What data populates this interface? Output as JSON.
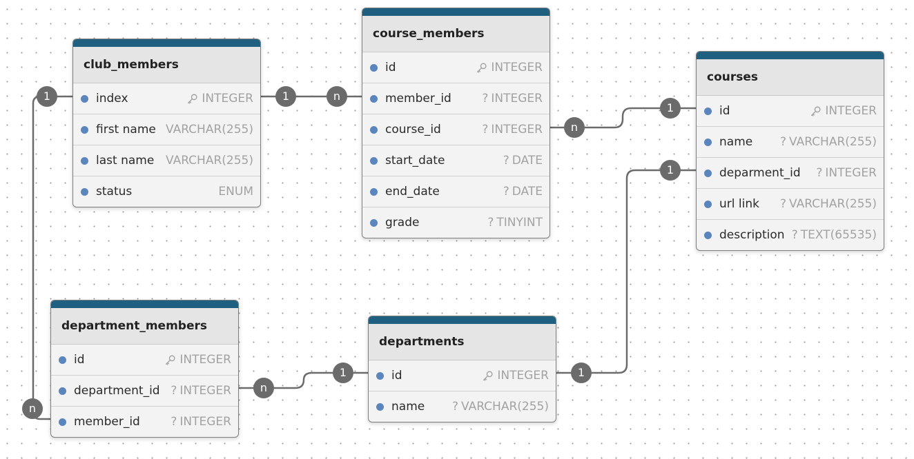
{
  "tables": {
    "club_members": {
      "title": "club_members",
      "fields": [
        {
          "name": "index",
          "type": "INTEGER",
          "marker": "key"
        },
        {
          "name": "first name",
          "type": "VARCHAR(255)",
          "marker": ""
        },
        {
          "name": "last name",
          "type": "VARCHAR(255)",
          "marker": ""
        },
        {
          "name": "status",
          "type": "ENUM",
          "marker": ""
        }
      ]
    },
    "course_members": {
      "title": "course_members",
      "fields": [
        {
          "name": "id",
          "type": "INTEGER",
          "marker": "key"
        },
        {
          "name": "member_id",
          "type": "INTEGER",
          "marker": "?"
        },
        {
          "name": "course_id",
          "type": "INTEGER",
          "marker": "?"
        },
        {
          "name": "start_date",
          "type": "DATE",
          "marker": "?"
        },
        {
          "name": "end_date",
          "type": "DATE",
          "marker": "?"
        },
        {
          "name": "grade",
          "type": "TINYINT",
          "marker": "?"
        }
      ]
    },
    "courses": {
      "title": "courses",
      "fields": [
        {
          "name": "id",
          "type": "INTEGER",
          "marker": "key"
        },
        {
          "name": "name",
          "type": "VARCHAR(255)",
          "marker": "?"
        },
        {
          "name": "deparment_id",
          "type": "INTEGER",
          "marker": "?"
        },
        {
          "name": "url link",
          "type": "VARCHAR(255)",
          "marker": "?"
        },
        {
          "name": "description",
          "type": "TEXT(65535)",
          "marker": "?"
        }
      ]
    },
    "department_members": {
      "title": "department_members",
      "fields": [
        {
          "name": "id",
          "type": "INTEGER",
          "marker": "key"
        },
        {
          "name": "department_id",
          "type": "INTEGER",
          "marker": "?"
        },
        {
          "name": "member_id",
          "type": "INTEGER",
          "marker": "?"
        }
      ]
    },
    "departments": {
      "title": "departments",
      "fields": [
        {
          "name": "id",
          "type": "INTEGER",
          "marker": "key"
        },
        {
          "name": "name",
          "type": "VARCHAR(255)",
          "marker": "?"
        }
      ]
    }
  },
  "relations": {
    "club_members_course_members": {
      "from_label": "1",
      "to_label": "n"
    },
    "course_members_courses": {
      "from_label": "n",
      "to_label": "1"
    },
    "club_members_department_members": {
      "from_label": "1",
      "to_label": "n"
    },
    "department_members_departments": {
      "from_label": "n",
      "to_label": "1"
    },
    "departments_courses": {
      "from_label": "1",
      "to_label": "1"
    }
  },
  "colors": {
    "header_bar": "#1f5f80",
    "field_dot": "#5b85bd",
    "badge": "#6b6b6b",
    "connector": "#6b6b6b"
  },
  "icons": {
    "primary_key": "key-icon",
    "nullable": "question-mark"
  }
}
